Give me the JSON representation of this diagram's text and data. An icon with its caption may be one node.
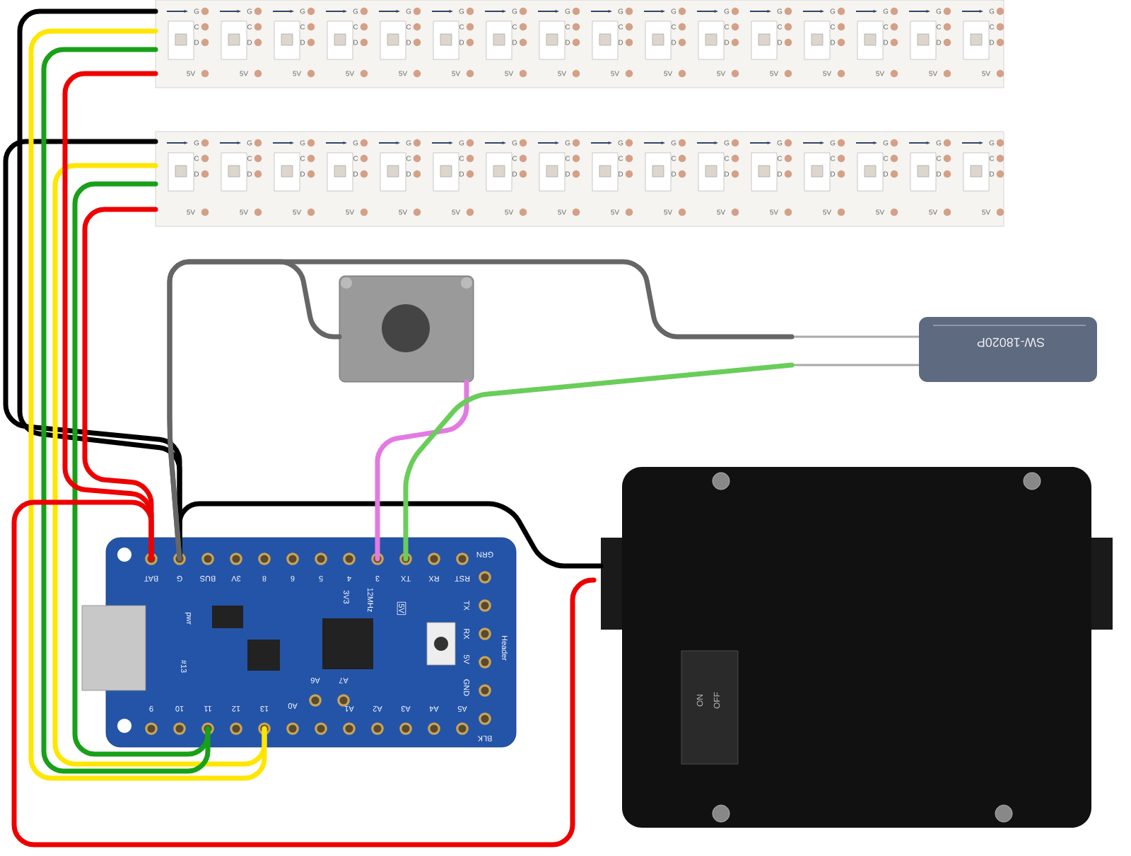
{
  "diagram": {
    "nodes": [
      {
        "text": [
          "G",
          "C",
          "D",
          "5V",
          "G",
          "C",
          "D",
          "5V",
          "G",
          "C",
          "D",
          "5V",
          "G",
          "C",
          "D",
          "5V",
          "G",
          "C",
          "D",
          "5V",
          "G",
          "C",
          "D",
          "5V",
          "G",
          "C",
          "D",
          "5V",
          "G",
          "C",
          "D",
          "5V",
          "G",
          "C",
          "D",
          "5V",
          "G",
          "C",
          "D",
          "5V",
          "G",
          "C",
          "D",
          "5V",
          "G",
          "C",
          "D",
          "5V",
          "G",
          "C",
          "D",
          "5V",
          "G",
          "C",
          "D",
          "5V",
          "G",
          "C",
          "D",
          "5V",
          "G",
          "C",
          "D",
          "5V"
        ]
      },
      {
        "text": [
          "G",
          "C",
          "D",
          "5V",
          "G",
          "C",
          "D",
          "5V",
          "G",
          "C",
          "D",
          "5V",
          "G",
          "C",
          "D",
          "5V",
          "G",
          "C",
          "D",
          "5V",
          "G",
          "C",
          "D",
          "5V",
          "G",
          "C",
          "D",
          "5V",
          "G",
          "C",
          "D",
          "5V",
          "G",
          "C",
          "D",
          "5V",
          "G",
          "C",
          "D",
          "5V",
          "G",
          "C",
          "D",
          "5V",
          "G",
          "C",
          "D",
          "5V",
          "G",
          "C",
          "D",
          "5V",
          "G",
          "C",
          "D",
          "5V",
          "G",
          "C",
          "D",
          "5V",
          "G",
          "C",
          "D",
          "5V"
        ]
      },
      {
        "text": [],
        "shape": "picture"
      },
      {
        "text": [
          "SW-18020P"
        ]
      },
      {
        "text": [
          "BAT",
          "G",
          "BUS",
          "3V",
          "8",
          "6",
          "5",
          "4",
          "3",
          "TX",
          "RX",
          "RST",
          "GRN",
          "TX",
          "RX",
          "5V",
          "GND",
          "Header",
          "BLK",
          "9",
          "10",
          "11",
          "12",
          "13",
          "A0",
          "A6",
          "A7",
          "A1",
          "A2",
          "A3",
          "A4",
          "A5",
          "12MHz",
          "5V",
          "3V3",
          "pwr",
          "#13"
        ]
      },
      {
        "text": [
          "ON",
          "OFF"
        ]
      }
    ],
    "edges": [
      {
        "from": 0,
        "to": 4,
        "arrow": "none",
        "color": "#000000"
      },
      {
        "from": 1,
        "to": 4,
        "arrow": "none",
        "color": "#000000"
      },
      {
        "from": 0,
        "to": 4,
        "arrow": "none",
        "color": "#ffe600"
      },
      {
        "from": 1,
        "to": 4,
        "arrow": "none",
        "color": "#ffe600"
      },
      {
        "from": 0,
        "to": 4,
        "arrow": "none",
        "color": "#18a018"
      },
      {
        "from": 1,
        "to": 4,
        "arrow": "none",
        "color": "#18a018"
      },
      {
        "from": 0,
        "to": 4,
        "arrow": "none",
        "color": "#ee0000"
      },
      {
        "from": 1,
        "to": 4,
        "arrow": "none",
        "color": "#ee0000"
      },
      {
        "from": 5,
        "to": 4,
        "arrow": "none",
        "color": "#ee0000"
      },
      {
        "from": 5,
        "to": 4,
        "arrow": "none",
        "color": "#000000"
      },
      {
        "from": 4,
        "to": 3,
        "arrow": "none",
        "color": "#666666"
      },
      {
        "from": 4,
        "to": 2,
        "arrow": "none",
        "color": "#666666"
      },
      {
        "from": 2,
        "to": 4,
        "arrow": "none",
        "color": "#e27ae2"
      },
      {
        "from": 3,
        "to": 4,
        "arrow": "none",
        "color": "#6acd5a"
      }
    ]
  }
}
